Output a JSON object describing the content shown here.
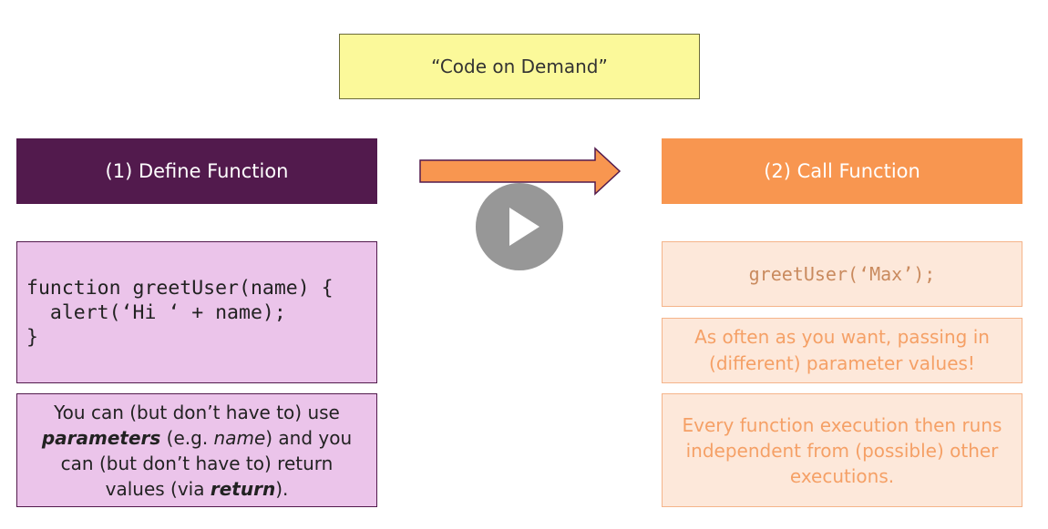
{
  "title": "“Code on Demand”",
  "define": {
    "header": "(1) Define Function",
    "code": "function greetUser(name) {\n  alert(‘Hi ‘ + name);\n}",
    "note": {
      "part1": "You can (but don’t have to) use ",
      "parameters": "parameters",
      "part2": " (e.g. ",
      "name": "name",
      "part3": ") and you can (but don’t have to) return values (via ",
      "return": "return",
      "part4": ")."
    }
  },
  "call": {
    "header": "(2) Call Function",
    "code": "greetUser(‘Max’);",
    "note1": "As often as you want, passing in (different) parameter values!",
    "note2": "Every function execution then runs independent from (possible) other executions."
  },
  "colors": {
    "title_bg": "#fbf99a",
    "define_header": "#521a4d",
    "define_box": "#ebc4ea",
    "call_header": "#f89650",
    "call_box": "#fde8da",
    "call_text": "#f5a066"
  },
  "icons": {
    "arrow": "right-arrow-icon",
    "play": "play-icon"
  }
}
